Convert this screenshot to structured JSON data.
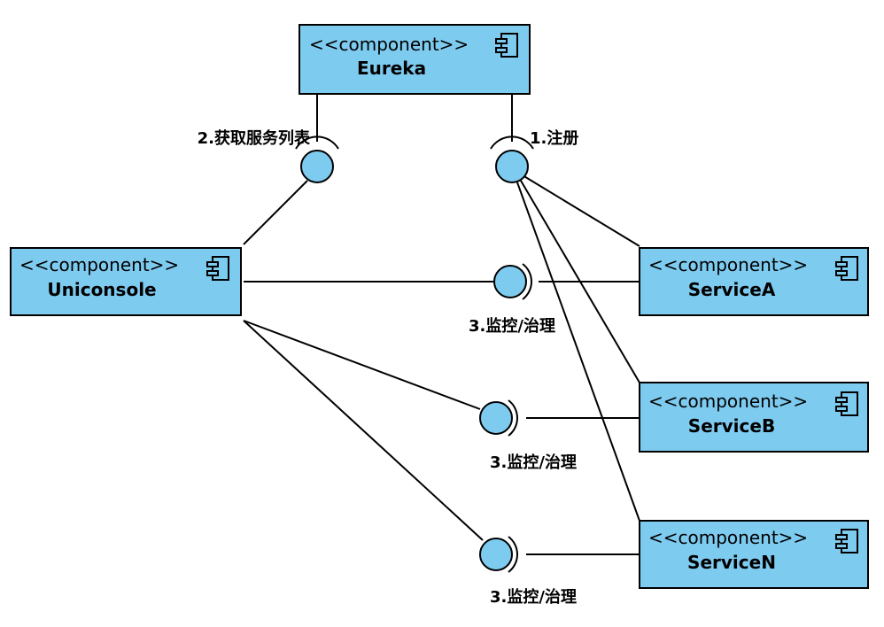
{
  "stereotype": "<<component>>",
  "components": {
    "eureka": "Eureka",
    "uniconsole": "Uniconsole",
    "service_a": "ServiceA",
    "service_b": "ServiceB",
    "service_n": "ServiceN"
  },
  "labels": {
    "get_service_list": "2.获取服务列表",
    "register": "1.注册",
    "monitor_a": "3.监控/治理",
    "monitor_b": "3.监控/治理",
    "monitor_n": "3.监控/治理"
  },
  "colors": {
    "fill": "#7ecbf0",
    "stroke": "#000000"
  }
}
